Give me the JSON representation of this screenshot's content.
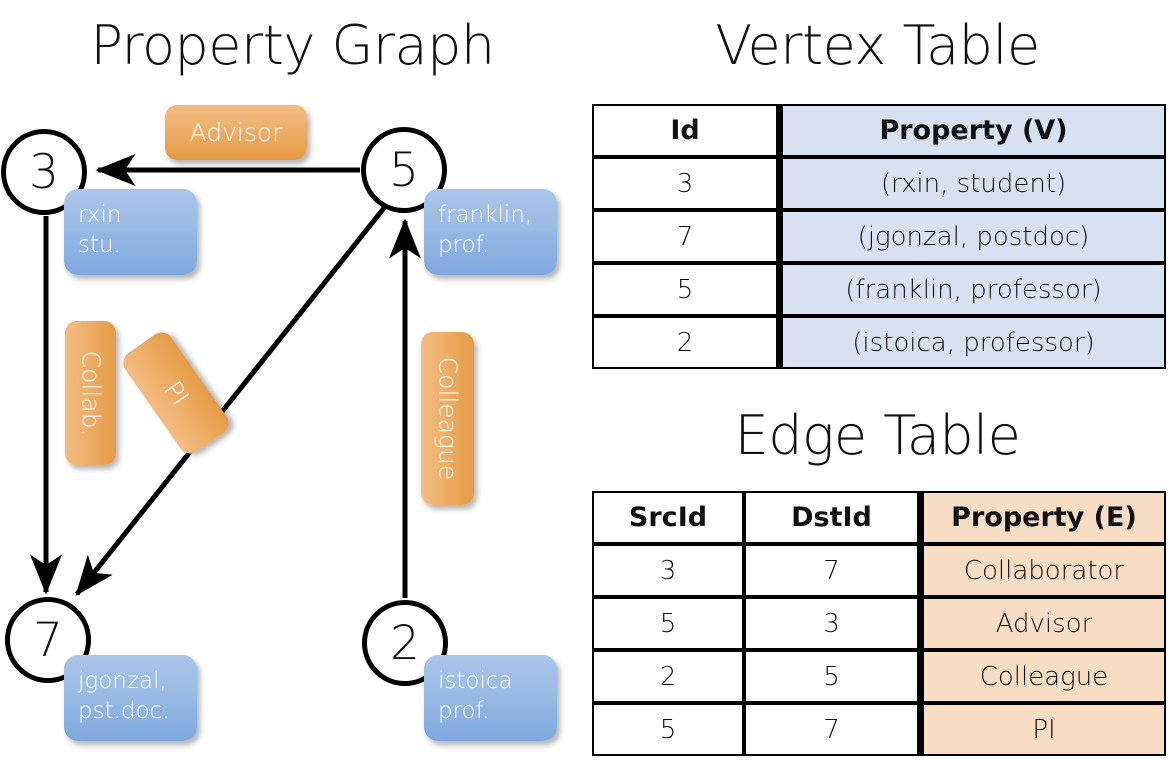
{
  "titles": {
    "property_graph": "Property Graph",
    "vertex_table": "Vertex Table",
    "edge_table": "Edge Table"
  },
  "colors": {
    "vertex_property_fill": "#d7e1f2",
    "edge_property_fill": "#f6ddc3",
    "node_box_blue": "#9bbce5",
    "edge_label_orange": "#eeae68",
    "stroke": "#000000",
    "background": "#ffffff"
  },
  "graph": {
    "nodes": [
      {
        "id": "3",
        "label": "rxin\nstu."
      },
      {
        "id": "5",
        "label": "franklin,\nprof."
      },
      {
        "id": "7",
        "label": "jgonzal,\npst.doc."
      },
      {
        "id": "2",
        "label": "istoica\nprof."
      }
    ],
    "edge_labels": [
      {
        "name": "advisor",
        "text": "Advisor",
        "orientation": "horizontal"
      },
      {
        "name": "collab",
        "text": "Collab.",
        "orientation": "vertical"
      },
      {
        "name": "pi",
        "text": "PI",
        "orientation": "rotated"
      },
      {
        "name": "colleague",
        "text": "Colleague",
        "orientation": "vertical"
      }
    ],
    "edges": [
      {
        "src": "3",
        "dst": "7",
        "label": "Collab."
      },
      {
        "src": "5",
        "dst": "3",
        "label": "Advisor"
      },
      {
        "src": "2",
        "dst": "5",
        "label": "Colleague"
      },
      {
        "src": "5",
        "dst": "7",
        "label": "PI"
      }
    ]
  },
  "vertex_table": {
    "headers": [
      "Id",
      "Property (V)"
    ],
    "rows": [
      {
        "id": "3",
        "property": "(rxin, student)"
      },
      {
        "id": "7",
        "property": "(jgonzal, postdoc)"
      },
      {
        "id": "5",
        "property": "(franklin, professor)"
      },
      {
        "id": "2",
        "property": "(istoica, professor)"
      }
    ]
  },
  "edge_table": {
    "headers": [
      "SrcId",
      "DstId",
      "Property (E)"
    ],
    "rows": [
      {
        "src": "3",
        "dst": "7",
        "property": "Collaborator"
      },
      {
        "src": "5",
        "dst": "3",
        "property": "Advisor"
      },
      {
        "src": "2",
        "dst": "5",
        "property": "Colleague"
      },
      {
        "src": "5",
        "dst": "7",
        "property": "PI"
      }
    ]
  }
}
